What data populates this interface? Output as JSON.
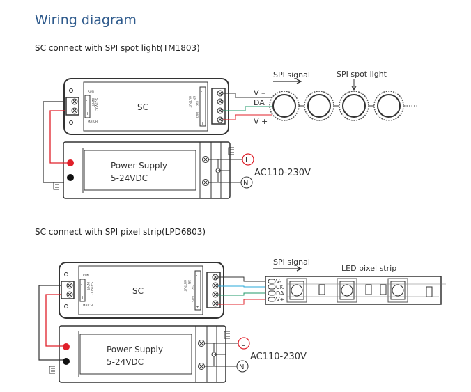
{
  "title": "Wiring diagram",
  "colors": {
    "title": "#2e5a8c",
    "red": "#e0202a",
    "green": "#1f9a6a",
    "cyan": "#2aa8d8",
    "line": "#333333"
  },
  "controller": {
    "name": "SC",
    "run": "RUN",
    "match": "MATCH",
    "input": "INPUT",
    "input_v": "5-24VDC",
    "output": "OUTPUT",
    "output_spi": "SPI",
    "clk": "CLK",
    "data": "DATA",
    "minus": "-",
    "plus": "+"
  },
  "power_supply": {
    "label": "Power Supply",
    "voltage": "5-24VDC",
    "l": "L",
    "n": "N",
    "ac": "AC110-230V"
  },
  "diagram1": {
    "heading": "SC connect with SPI spot light(TM1803)",
    "wires": [
      "V –",
      "DA",
      "V +"
    ],
    "spi_signal": "SPI signal",
    "spot_light": "SPI spot light"
  },
  "diagram2": {
    "heading": "SC connect with SPI pixel strip(LPD6803)",
    "spi_signal": "SPI signal",
    "strip": "LED pixel strip",
    "pads": [
      "V-",
      "CK",
      "DA",
      "V+"
    ]
  }
}
